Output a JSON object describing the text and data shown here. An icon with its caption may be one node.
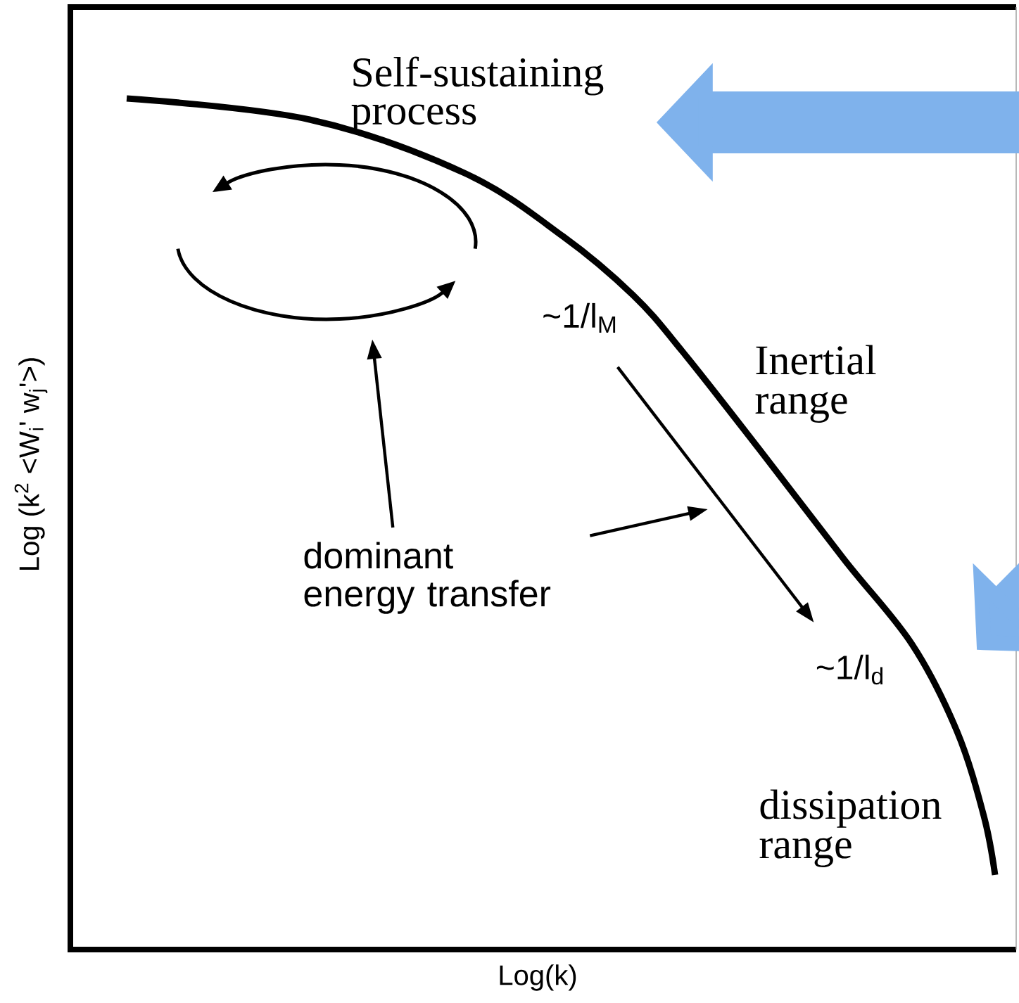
{
  "diagram": {
    "nodes": [
      {
        "text": [
          "Self-sustaining process"
        ]
      },
      {
        "text": [],
        "shape": "circle"
      },
      {
        "text": [
          "~1/l$_{M}$"
        ]
      },
      {
        "text": [
          "dominant energy transfer"
        ]
      },
      {
        "text": [
          "~1/l$_{d}$"
        ]
      }
    ],
    "edges": [
      {
        "from": null,
        "to": 0,
        "arrow": "to",
        "style": "thick",
        "color": "#7fb2ec"
      },
      {
        "from": 3,
        "to": 1,
        "arrow": "to"
      },
      {
        "from": 3,
        "to": null,
        "arrow": "to"
      },
      {
        "from": 2,
        "to": 4,
        "arrow": "to"
      }
    ],
    "labels": [
      "Inertial range",
      "dissipation range",
      "Log(k)",
      "Log (k$^{2}$ <W$_{i}$' w$_{j}$'>)"
    ]
  }
}
